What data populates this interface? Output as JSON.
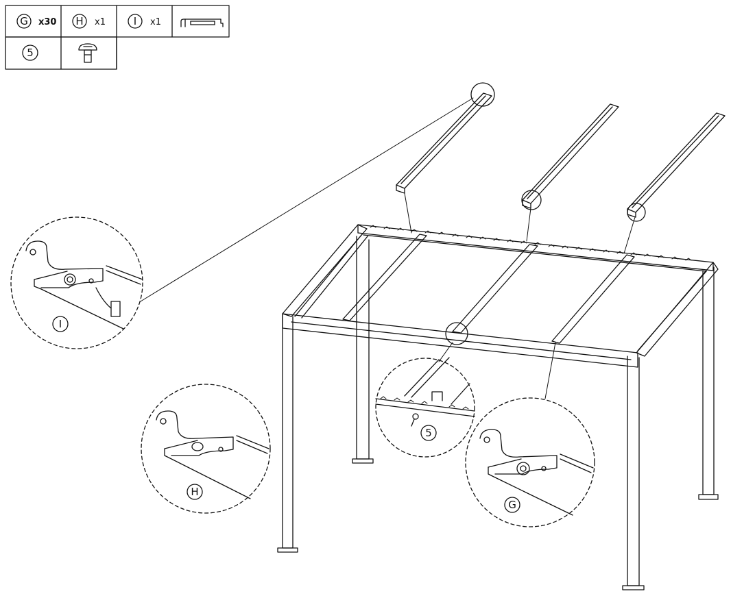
{
  "parts_table": {
    "row1": [
      {
        "symbol": "G",
        "qty": "x30"
      },
      {
        "symbol": "H",
        "qty": "x1"
      },
      {
        "symbol": "I",
        "qty": "x1"
      }
    ],
    "row2": [
      {
        "symbol": "5"
      }
    ],
    "icons": [
      "channel-bracket-icon",
      "screw-icon"
    ]
  },
  "callouts": {
    "detail_I": "I",
    "detail_H": "H",
    "detail_5": "5",
    "detail_G": "G"
  }
}
